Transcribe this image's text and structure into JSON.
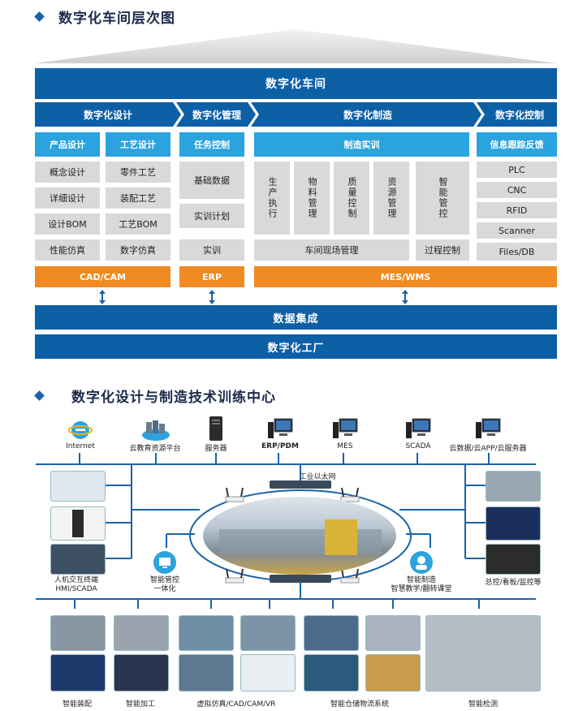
{
  "section1": {
    "title": "数字化车间层次图"
  },
  "top_bar": "数字化车间",
  "headers": [
    "数字化设计",
    "数字化管理",
    "数字化制造",
    "数字化控制"
  ],
  "design": {
    "cols": [
      "产品设计",
      "工艺设计"
    ],
    "left": [
      "概念设计",
      "详细设计",
      "设计BOM",
      "性能仿真"
    ],
    "right": [
      "零件工艺",
      "装配工艺",
      "工艺BOM",
      "数字仿真"
    ]
  },
  "management": {
    "head": "任务控制",
    "items": [
      "基础数据",
      "实训计划",
      "实训"
    ]
  },
  "manufacturing": {
    "head": "制造实训",
    "vertical": [
      "生产执行",
      "物料管理",
      "质量控制",
      "资源管理",
      "智能管控"
    ],
    "bottom_left": "车间现场管理",
    "bottom_right": "过程控制"
  },
  "control": {
    "head": "信息跟踪反馈",
    "items": [
      "PLC",
      "CNC",
      "RFID",
      "Scanner",
      "Files/DB"
    ]
  },
  "systems": [
    "CAD/CAM",
    "ERP",
    "MES/WMS"
  ],
  "data_integration": "数据集成",
  "digital_factory": "数字化工厂",
  "section2": {
    "title": "数字化设计与制造技术训练中心"
  },
  "network": {
    "top_nodes": [
      "Internet",
      "云教育资源平台",
      "服务器",
      "ERP/PDM",
      "MES",
      "SCADA",
      "云数据/云APP/云服务器"
    ],
    "ethernet": "工业以太网",
    "left_label": "人机交互终端\nHMI/SCADA",
    "right_label": "总控/看板/监控等",
    "mid_left": "智能管控\n一体化",
    "mid_right": "智能制造\n智慧教学/翻转课堂",
    "bottom_labels": [
      "智能装配",
      "智能加工",
      "虚拟仿真/CAD/CAM/VR",
      "智能仓储物流系统",
      "智能检测"
    ]
  },
  "colors": {
    "dark_blue": "#0d5fa6",
    "cyan": "#2ba3df",
    "orange": "#ef8b22",
    "gray": "#d9d9d9"
  }
}
